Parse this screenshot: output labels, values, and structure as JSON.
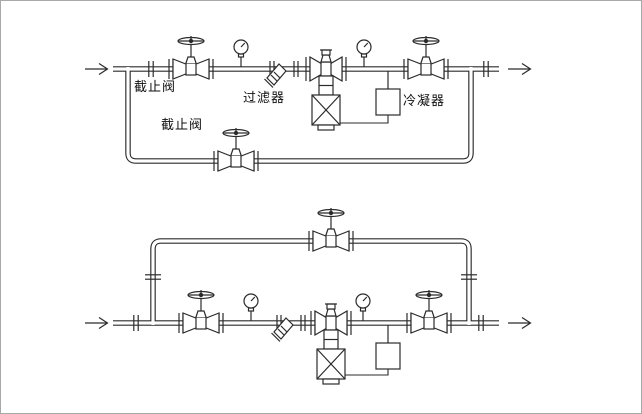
{
  "figure": {
    "background": "#ffffff",
    "border_color": "#a8a8a8",
    "line_color": "#2b2b2b",
    "label_color": "#111111"
  },
  "top": {
    "description_components": [
      "flow-in-arrow",
      "stop-valve",
      "pressure-gauge",
      "y-strainer",
      "pressure-reducing-valve",
      "pressure-gauge",
      "condenser",
      "stop-valve",
      "bypass-stop-valve",
      "flow-out-arrow"
    ],
    "labels": {
      "stop_valve": "截止阀",
      "filter": "过滤器",
      "condenser": "冷凝器",
      "bypass_stop_valve": "截止阀"
    }
  },
  "bottom": {
    "description_components": [
      "flow-in-arrow",
      "stop-valve",
      "pressure-gauge",
      "y-strainer",
      "pressure-reducing-valve",
      "pressure-gauge",
      "condenser",
      "stop-valve",
      "overhead-bypass-stop-valve",
      "flow-out-arrow"
    ],
    "labels": {}
  }
}
